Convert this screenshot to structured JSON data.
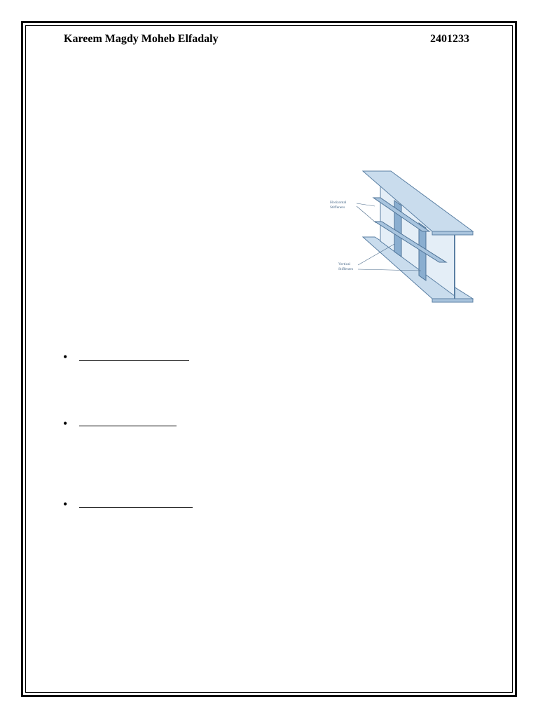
{
  "header": {
    "author_name": "Kareem Magdy Moheb Elfadaly",
    "student_id": "2401233"
  },
  "figure": {
    "label_horizontal_line1": "Horizontal",
    "label_horizontal_line2": "Stiffeners",
    "label_vertical_line1": "Vertical",
    "label_vertical_line2": "Stiffeners",
    "colors": {
      "steel_fill": "#c9dced",
      "steel_edge": "#5a7fa3",
      "stiffener_fill": "#8aaed0",
      "label_text": "#4a6a8a"
    }
  },
  "bullets": [
    {
      "text": ""
    },
    {
      "text": ""
    },
    {
      "text": ""
    }
  ]
}
